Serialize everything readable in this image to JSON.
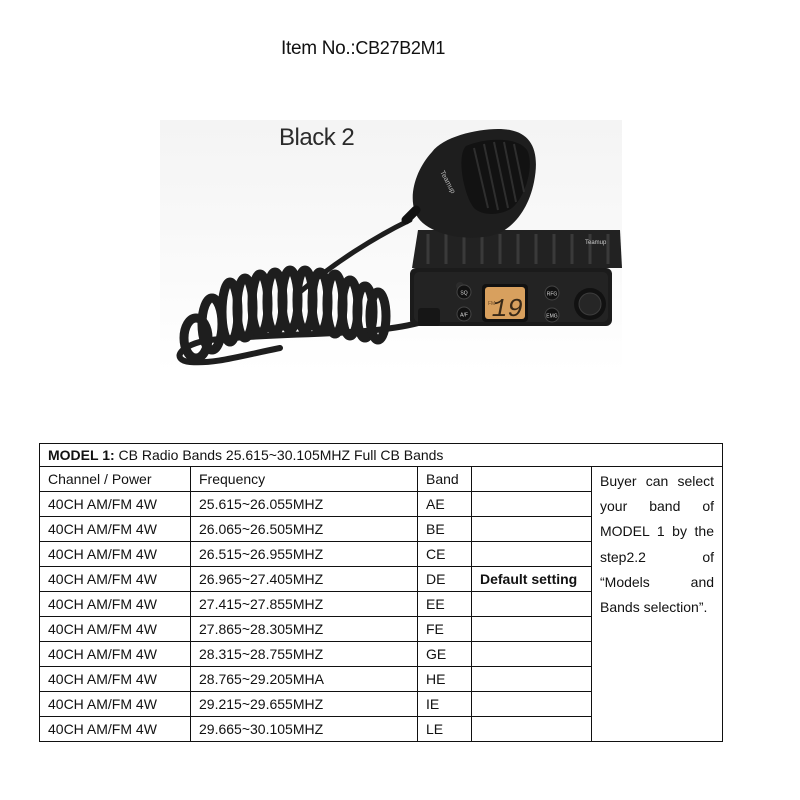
{
  "header": {
    "item_label": "Item No.:",
    "item_code": "CB27B2M1"
  },
  "product_photo": {
    "color_label": "Black 2",
    "brand_text": "Teamup",
    "display_channel": "19",
    "display_mode": "FM",
    "buttons": [
      "SQ",
      "A/F",
      "RFG",
      "EMG"
    ],
    "colors": {
      "body": "#1b1b1b",
      "display": "#d8a05e",
      "display_digits": "#3a2a18"
    }
  },
  "table": {
    "title_bold": "MODEL 1:",
    "title_text": " CB Radio Bands 25.615~30.105MHZ Full CB Bands",
    "columns": [
      "Channel / Power",
      "Frequency",
      "Band",
      ""
    ],
    "rows": [
      {
        "channel_power": "40CH AM/FM 4W",
        "frequency": "25.615~26.055MHZ",
        "band": "AE",
        "note": ""
      },
      {
        "channel_power": "40CH AM/FM 4W",
        "frequency": "26.065~26.505MHZ",
        "band": "BE",
        "note": ""
      },
      {
        "channel_power": "40CH AM/FM 4W",
        "frequency": "26.515~26.955MHZ",
        "band": "CE",
        "note": ""
      },
      {
        "channel_power": "40CH AM/FM 4W",
        "frequency": "26.965~27.405MHZ",
        "band": "DE",
        "note": "Default setting"
      },
      {
        "channel_power": "40CH AM/FM 4W",
        "frequency": "27.415~27.855MHZ",
        "band": "EE",
        "note": ""
      },
      {
        "channel_power": "40CH AM/FM 4W",
        "frequency": "27.865~28.305MHZ",
        "band": "FE",
        "note": ""
      },
      {
        "channel_power": "40CH AM/FM 4W",
        "frequency": "28.315~28.755MHZ",
        "band": "GE",
        "note": ""
      },
      {
        "channel_power": "40CH AM/FM 4W",
        "frequency": "28.765~29.205MHA",
        "band": "HE",
        "note": ""
      },
      {
        "channel_power": "40CH AM/FM 4W",
        "frequency": "29.215~29.655MHZ",
        "band": "IE",
        "note": ""
      },
      {
        "channel_power": "40CH AM/FM 4W",
        "frequency": "29.665~30.105MHZ",
        "band": "LE",
        "note": ""
      }
    ],
    "side_note": "Buyer can select your band of MODEL 1 by the step2.2 of “Models and Bands selection”."
  }
}
